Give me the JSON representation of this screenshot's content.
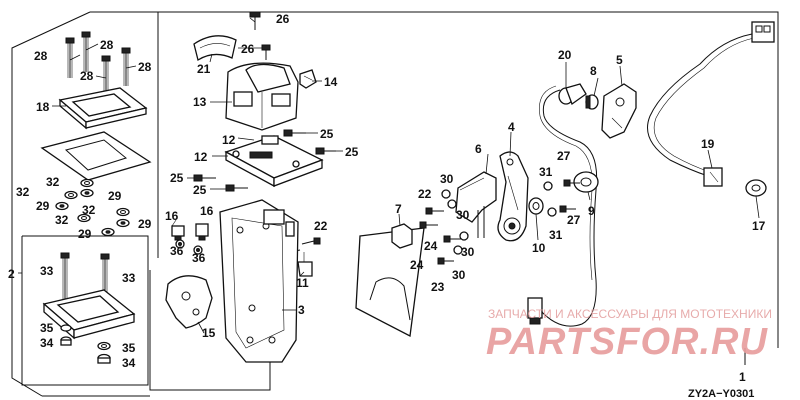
{
  "callouts": {
    "c1": "1",
    "c2": "2",
    "c3": "3",
    "c4": "4",
    "c5": "5",
    "c6": "6",
    "c7": "7",
    "c8": "8",
    "c9": "9",
    "c10": "10",
    "c11": "11",
    "c12a": "12",
    "c12b": "12",
    "c13": "13",
    "c14": "14",
    "c15": "15",
    "c16a": "16",
    "c16b": "16",
    "c17": "17",
    "c18": "18",
    "c19": "19",
    "c20": "20",
    "c21": "21",
    "c22a": "22",
    "c22b": "22",
    "c23": "23",
    "c24a": "24",
    "c24b": "24",
    "c25a": "25",
    "c25b": "25",
    "c25c": "25",
    "c25d": "25",
    "c26a": "26",
    "c26b": "26",
    "c27a": "27",
    "c27b": "27",
    "c28a": "28",
    "c28b": "28",
    "c28c": "28",
    "c28d": "28",
    "c29a": "29",
    "c29b": "29",
    "c29c": "29",
    "c29d": "29",
    "c30a": "30",
    "c30b": "30",
    "c30c": "30",
    "c30d": "30",
    "c31a": "31",
    "c31b": "31",
    "c32a": "32",
    "c32b": "32",
    "c32c": "32",
    "c32d": "32",
    "c33a": "33",
    "c33b": "33",
    "c34a": "34",
    "c34b": "34",
    "c35a": "35",
    "c35b": "35",
    "c36a": "36",
    "c36b": "36"
  },
  "watermark": {
    "caption": "ЗАПЧАСТИ И АКСЕССУАРЫ ДЛЯ МОТОТЕХНИКИ",
    "logo": "PARTSFOR.RU"
  },
  "diagram_code": "ZY2A−Y0301",
  "colors": {
    "ink": "#111111",
    "watermark": "#e79c9c"
  }
}
